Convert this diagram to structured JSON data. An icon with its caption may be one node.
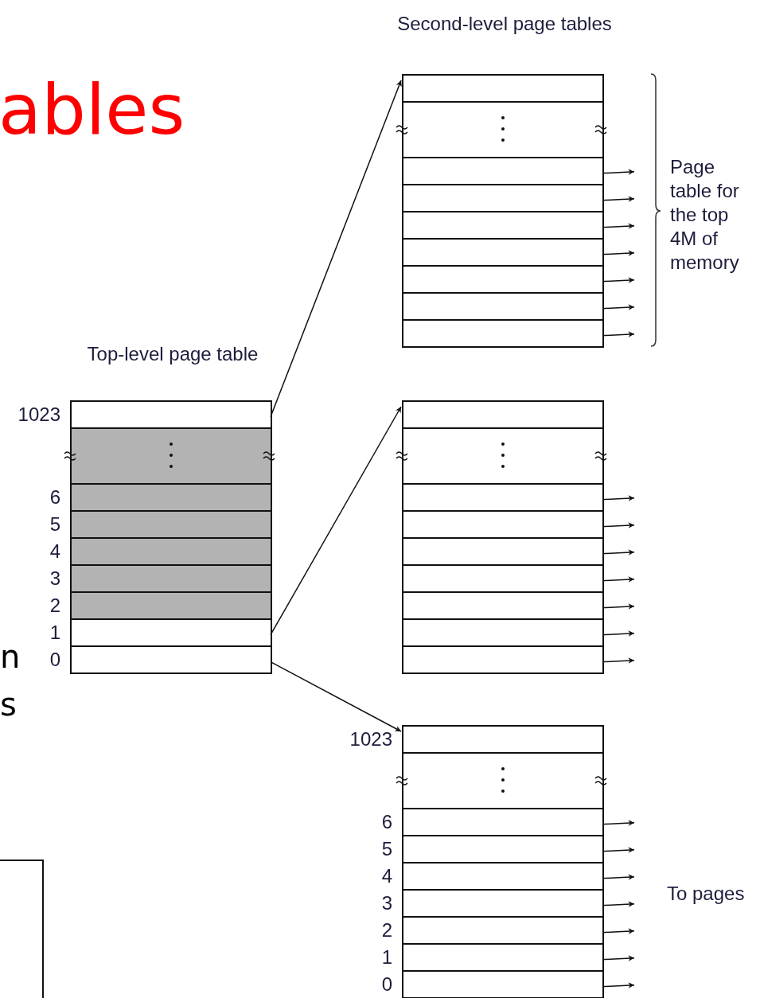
{
  "diagram": {
    "nodes": [
      {
        "text": [
          "Second-level page tables"
        ]
      },
      {
        "text": [],
        "shape": "box",
        "in": 0
      },
      {
        "text": [],
        "shape": "box",
        "in": 0
      },
      {
        "text": [],
        "shape": "box",
        "in": 0
      },
      {
        "text": [],
        "shape": "box",
        "in": 0
      },
      {
        "text": [],
        "shape": "box",
        "in": 0
      },
      {
        "text": [],
        "shape": "box",
        "in": 0
      },
      {
        "text": [],
        "shape": "box",
        "in": 0
      },
      {
        "text": [],
        "shape": "box",
        "in": 0
      },
      {
        "text": [],
        "shape": "box",
        "in": 0
      },
      {
        "text": [
          "Top-level page table"
        ]
      },
      {
        "text": [],
        "shape": "box",
        "in": 10,
        "beside": [
          "1023"
        ]
      },
      {
        "text": [],
        "shape": "box",
        "in": 10
      },
      {
        "text": [],
        "shape": "box",
        "in": 10,
        "beside": [
          "6"
        ]
      },
      {
        "text": [],
        "shape": "box",
        "in": 10,
        "beside": [
          "5"
        ]
      },
      {
        "text": [],
        "shape": "box",
        "in": 10,
        "beside": [
          "4"
        ]
      },
      {
        "text": [],
        "shape": "box",
        "in": 10,
        "beside": [
          "3"
        ]
      },
      {
        "text": [],
        "shape": "box",
        "in": 10,
        "beside": [
          "2"
        ]
      },
      {
        "text": [],
        "shape": "box",
        "in": 10,
        "beside": [
          "1"
        ]
      },
      {
        "text": [],
        "shape": "box",
        "in": 10,
        "beside": [
          "0"
        ]
      },
      {
        "text": [],
        "shape": "box"
      },
      {
        "text": [],
        "shape": "box",
        "in": 20
      },
      {
        "text": [],
        "shape": "box",
        "in": 20
      },
      {
        "text": [],
        "shape": "box",
        "in": 20
      },
      {
        "text": [],
        "shape": "box",
        "in": 20
      },
      {
        "text": [],
        "shape": "box",
        "in": 20
      },
      {
        "text": [],
        "shape": "box",
        "in": 20
      },
      {
        "text": [],
        "shape": "box",
        "in": 20
      },
      {
        "text": [],
        "shape": "box",
        "in": 20
      },
      {
        "text": [],
        "shape": "box",
        "in": 20
      },
      {
        "text": [],
        "shape": "box"
      },
      {
        "text": [],
        "shape": "box",
        "in": 30,
        "beside": [
          "1023"
        ]
      },
      {
        "text": [],
        "shape": "box",
        "in": 30
      },
      {
        "text": [],
        "shape": "box",
        "in": 30,
        "beside": [
          "6"
        ]
      },
      {
        "text": [],
        "shape": "box",
        "in": 30,
        "beside": [
          "5"
        ]
      },
      {
        "text": [],
        "shape": "box",
        "in": 30,
        "beside": [
          "4"
        ]
      },
      {
        "text": [],
        "shape": "box",
        "in": 30,
        "beside": [
          "3"
        ]
      },
      {
        "text": [],
        "shape": "box",
        "in": 30,
        "beside": [
          "2"
        ]
      },
      {
        "text": [],
        "shape": "box",
        "in": 30,
        "beside": [
          "1"
        ]
      },
      {
        "text": [],
        "shape": "box",
        "in": 30,
        "beside": [
          "0"
        ]
      },
      {
        "text": [],
        "shape": "box"
      }
    ],
    "edges": [
      {
        "from": 11,
        "to": 0,
        "arrow": "to"
      },
      {
        "from": 18,
        "to": 20,
        "arrow": "to"
      },
      {
        "from": 19,
        "to": 30,
        "arrow": "to"
      },
      {
        "from": 3,
        "to": null,
        "arrow": "to"
      },
      {
        "from": 4,
        "to": null,
        "arrow": "to"
      },
      {
        "from": 5,
        "to": null,
        "arrow": "to"
      },
      {
        "from": 6,
        "to": null,
        "arrow": "to"
      },
      {
        "from": 7,
        "to": null,
        "arrow": "to"
      },
      {
        "from": 8,
        "to": null,
        "arrow": "to"
      },
      {
        "from": 9,
        "to": null,
        "arrow": "to"
      },
      {
        "from": 23,
        "to": null,
        "arrow": "to"
      },
      {
        "from": 24,
        "to": null,
        "arrow": "to"
      },
      {
        "from": 25,
        "to": null,
        "arrow": "to"
      },
      {
        "from": 26,
        "to": null,
        "arrow": "to"
      },
      {
        "from": 27,
        "to": null,
        "arrow": "to"
      },
      {
        "from": 28,
        "to": null,
        "arrow": "to"
      },
      {
        "from": 29,
        "to": null,
        "arrow": "to"
      },
      {
        "from": 33,
        "to": null,
        "arrow": "to"
      },
      {
        "from": 34,
        "to": null,
        "arrow": "to"
      },
      {
        "from": 35,
        "to": null,
        "arrow": "to"
      },
      {
        "from": 36,
        "to": null,
        "arrow": "to"
      },
      {
        "from": 37,
        "to": null,
        "arrow": "to"
      },
      {
        "from": 38,
        "to": null,
        "arrow": "to"
      },
      {
        "from": 39,
        "to": null,
        "arrow": "to"
      }
    ],
    "labels": [
      "ables",
      "Page table for the top 4M of memory",
      "n",
      "s",
      "To pages"
    ]
  }
}
